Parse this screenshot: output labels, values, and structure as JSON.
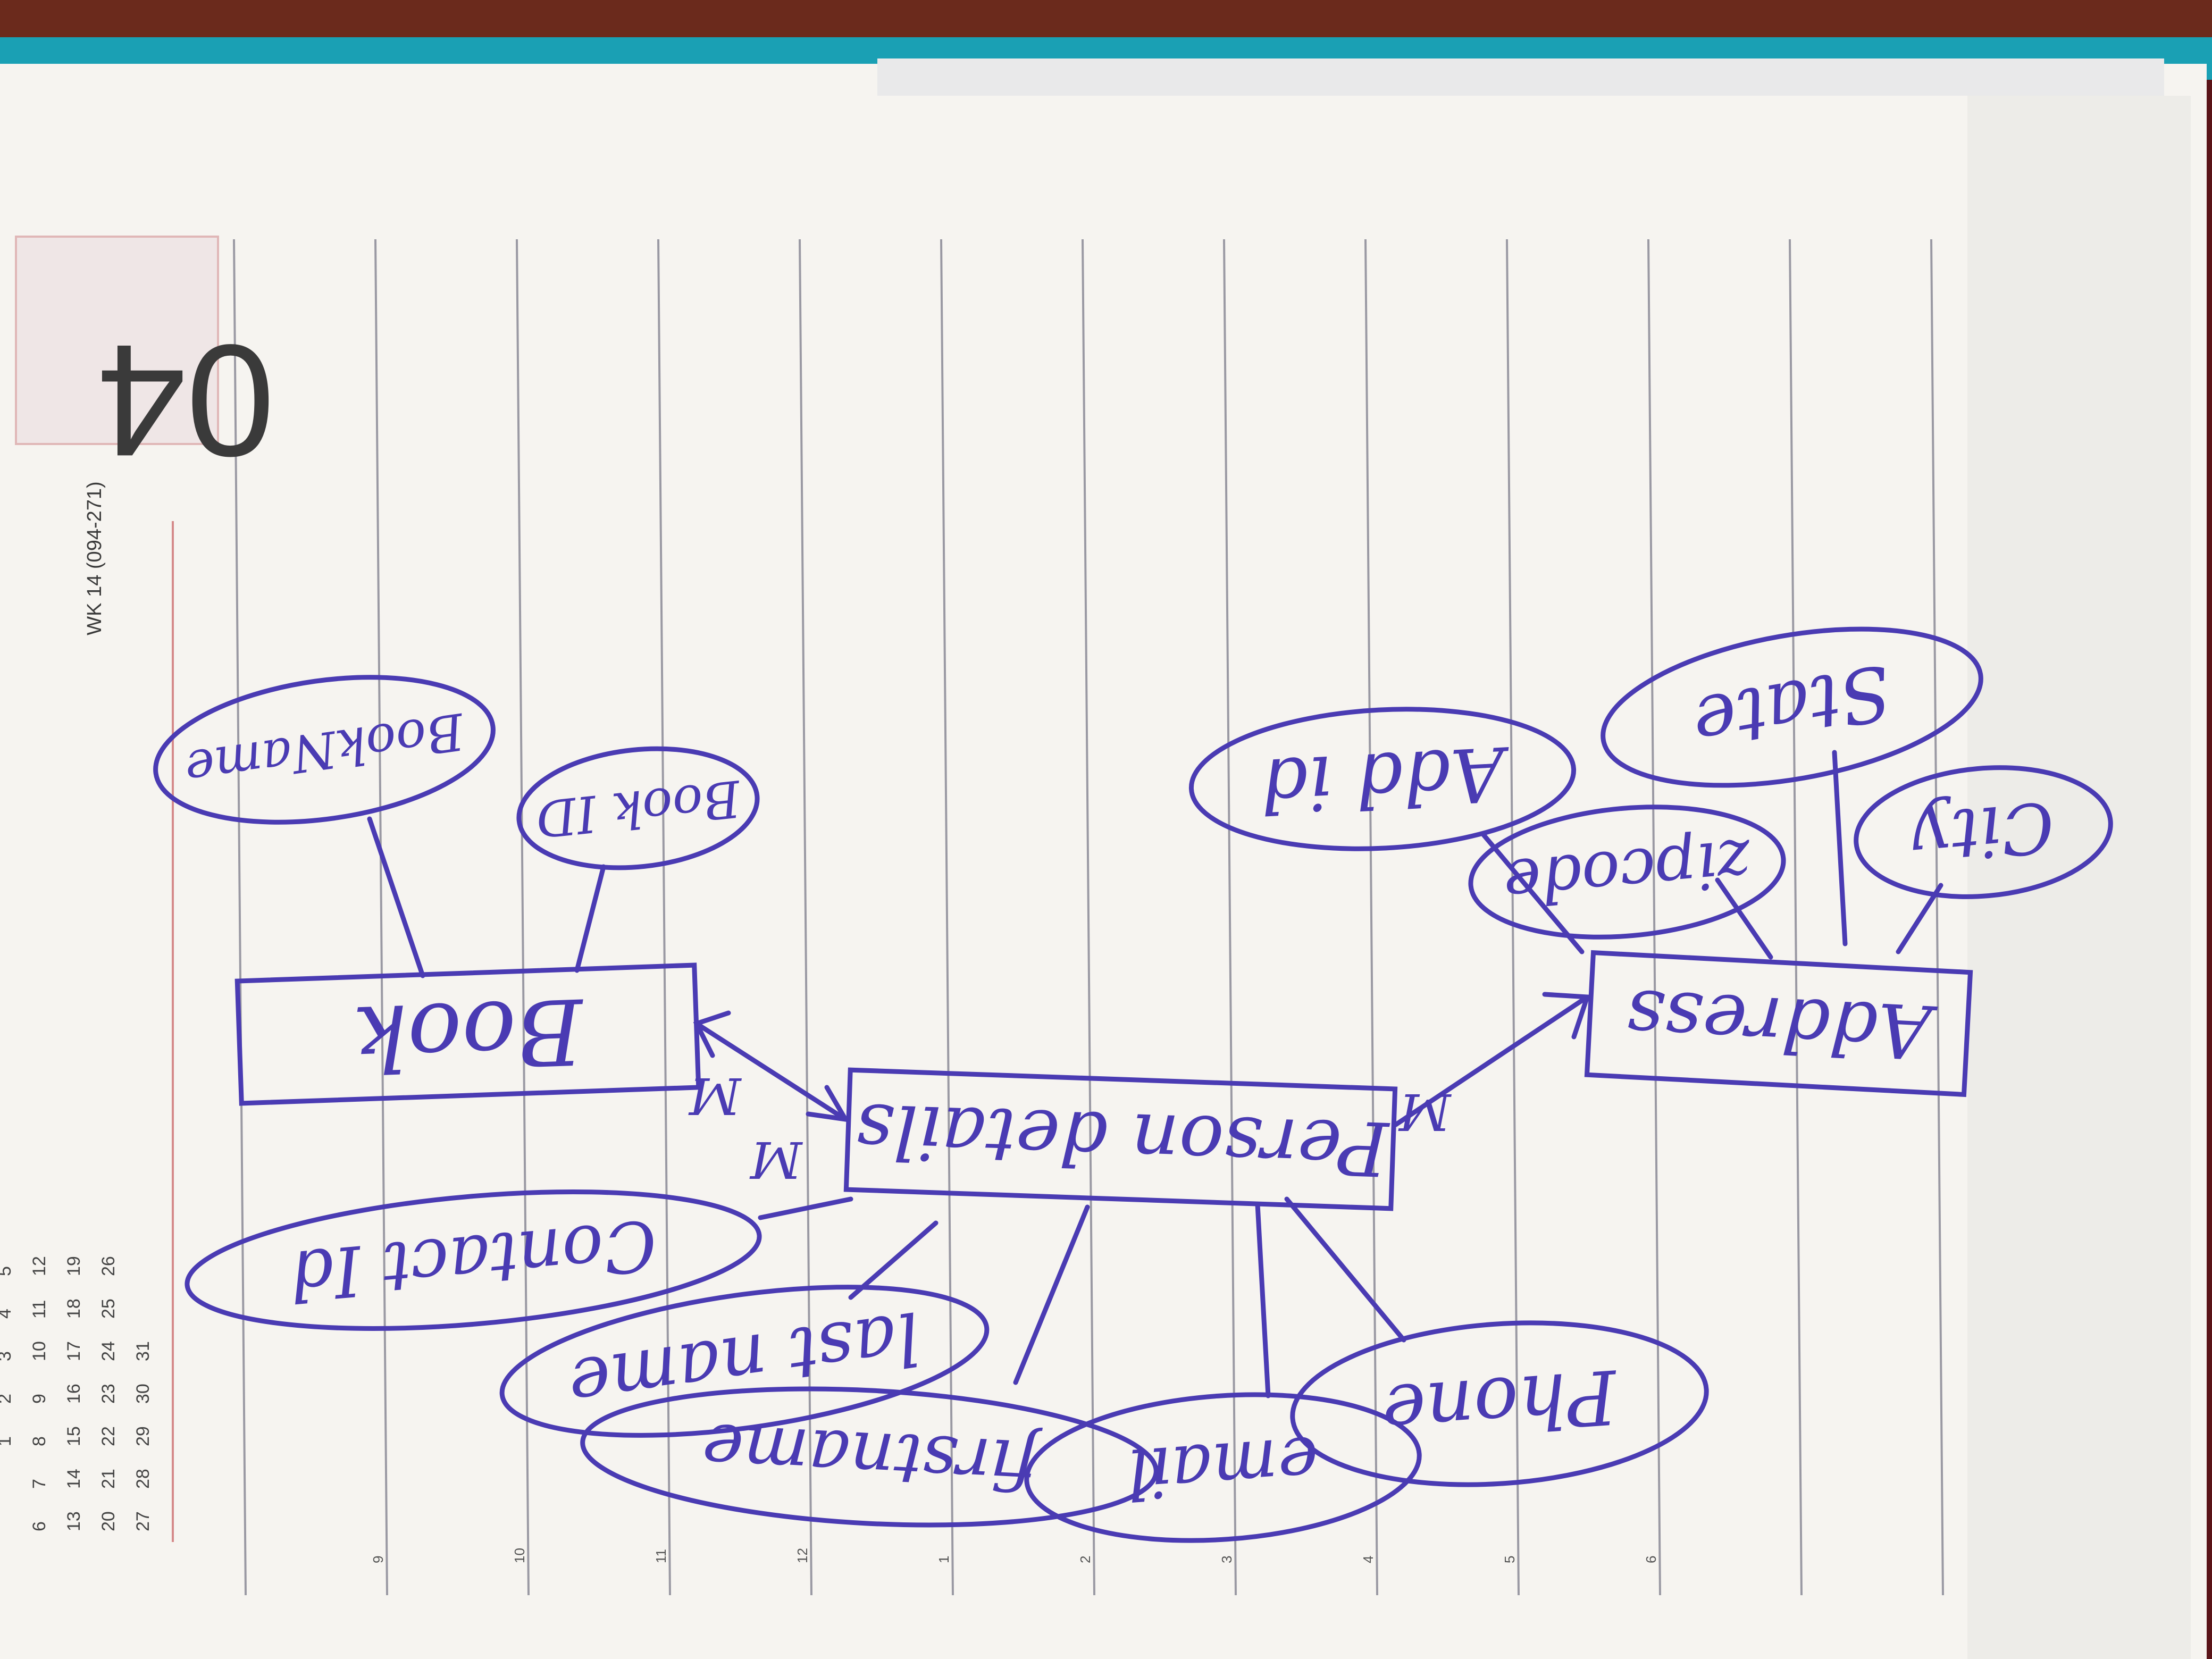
{
  "planner": {
    "day": "04",
    "week": "WK 14 (094-271)",
    "calendar_rows": [
      [
        "",
        "",
        "1",
        "2",
        "3",
        "4",
        "5"
      ],
      [
        "6",
        "7",
        "8",
        "9",
        "10",
        "11",
        "12"
      ],
      [
        "13",
        "14",
        "15",
        "16",
        "17",
        "18",
        "19"
      ],
      [
        "20",
        "21",
        "22",
        "23",
        "24",
        "25",
        "26"
      ],
      [
        "27",
        "28",
        "29",
        "30",
        "31",
        "",
        ""
      ]
    ],
    "hours": [
      "9",
      "10",
      "11",
      "12",
      "1",
      "2",
      "3",
      "4",
      "5",
      "6"
    ]
  },
  "diagram": {
    "entities": {
      "person": "Person details",
      "book": "Book",
      "address": "Address"
    },
    "attributes": {
      "book_name": "BookName",
      "book_id": "Book ID",
      "contact_id": "Contact Id",
      "last_name": "last name",
      "first_name": "firstname",
      "email": "email",
      "phone": "Phone",
      "add_id": "Add id",
      "zipcode": "zipcode",
      "state": "State",
      "city": "City"
    },
    "cardinality": {
      "person_book_person_side": "M",
      "person_book_book_side": "M",
      "person_address_person_side": "M"
    }
  },
  "colors": {
    "ink": "#4a3bb3",
    "paper": "#f6f4f0",
    "rule_line": "#9a99a3",
    "teal_edge": "#1aa0b4"
  }
}
